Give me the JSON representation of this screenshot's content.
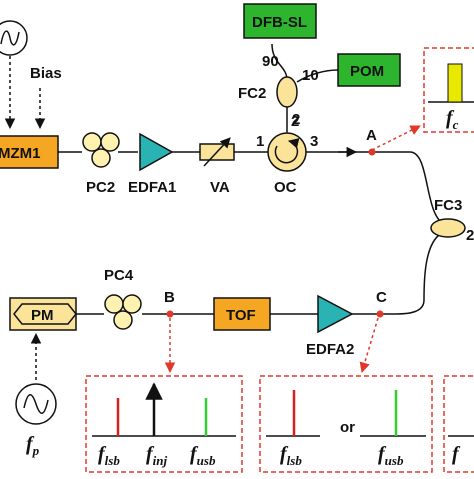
{
  "components": {
    "dfb_sl": "DFB-SL",
    "pom": "POM",
    "mzm1": "MZM1",
    "bias": "Bias",
    "pc2": "PC2",
    "edfa1": "EDFA1",
    "va": "VA",
    "oc": "OC",
    "fc2": "FC2",
    "fc3": "FC3",
    "pm": "PM",
    "pc4": "PC4",
    "tof": "TOF",
    "edfa2": "EDFA2"
  },
  "ports": {
    "fc2_90": "90",
    "fc2_10": "10",
    "fc2_2": "2",
    "oc_1": "1",
    "oc_2": "2",
    "oc_3": "3",
    "fc3_2": "2"
  },
  "points": {
    "a": "A",
    "b": "B",
    "c": "C"
  },
  "spectra": {
    "fc": {
      "base": "f",
      "sub": "c"
    },
    "flsb": {
      "base": "f",
      "sub": "lsb"
    },
    "finj": {
      "base": "f",
      "sub": "inj"
    },
    "fusb": {
      "base": "f",
      "sub": "usb"
    },
    "fp": {
      "base": "f",
      "sub": "p"
    },
    "or": "or"
  },
  "colors": {
    "orange": "#f5a623",
    "yellow_box": "#fbe39a",
    "yellow_pc": "#fff2b0",
    "green_box": "#2db52d",
    "teal": "#2ab3b3",
    "dashed_red": "#e0392b",
    "spec_red": "#d62020",
    "spec_green": "#33cc33",
    "spec_yellow": "#e8e800"
  }
}
